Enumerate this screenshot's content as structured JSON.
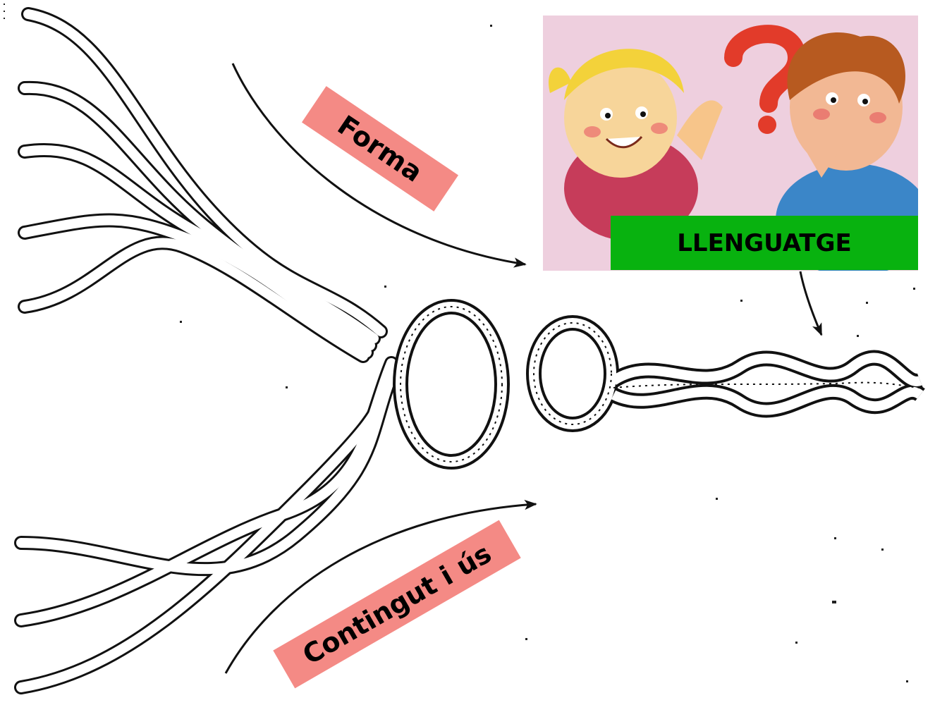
{
  "labels": {
    "forma": "Forma",
    "contingut": "Contingut i ús",
    "llenguatge": "LLENGUATGE"
  },
  "colors": {
    "label_pink": "#f48a85",
    "label_green": "#08b20f",
    "rope_stroke": "#111111",
    "picture_bg": "#e9c6d8"
  },
  "icons": {
    "picture": "children-question-mark-illustration",
    "arrows": "curved-arrow-icon"
  }
}
